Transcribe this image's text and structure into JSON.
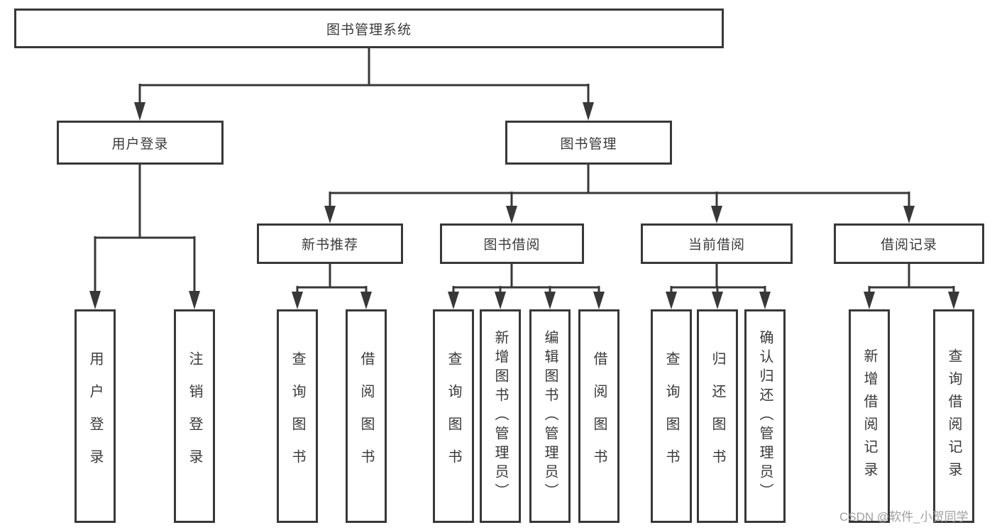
{
  "diagram": {
    "root": {
      "label": "图书管理系统"
    },
    "level2": [
      {
        "id": "user-login",
        "label": "用户登录"
      },
      {
        "id": "book-management",
        "label": "图书管理"
      }
    ],
    "level3": [
      {
        "id": "new-book-recommend",
        "label": "新书推荐",
        "parent": "book-management"
      },
      {
        "id": "book-borrow",
        "label": "图书借阅",
        "parent": "book-management"
      },
      {
        "id": "current-borrow",
        "label": "当前借阅",
        "parent": "book-management"
      },
      {
        "id": "borrow-record",
        "label": "借阅记录",
        "parent": "book-management"
      }
    ],
    "leaves": [
      {
        "group": "user-login",
        "label": "用户登录"
      },
      {
        "group": "user-login",
        "label": "注销登录"
      },
      {
        "group": "new-book-recommend",
        "label": "查询图书"
      },
      {
        "group": "new-book-recommend",
        "label": "借阅图书"
      },
      {
        "group": "book-borrow",
        "label": "查询图书"
      },
      {
        "group": "book-borrow",
        "label": "新增图书（管理员）"
      },
      {
        "group": "book-borrow",
        "label": "编辑图书（管理员）"
      },
      {
        "group": "book-borrow",
        "label": "借阅图书"
      },
      {
        "group": "current-borrow",
        "label": "查询图书"
      },
      {
        "group": "current-borrow",
        "label": "归还图书"
      },
      {
        "group": "current-borrow",
        "label": "确认归还（管理员）"
      },
      {
        "group": "borrow-record",
        "label": "新增借阅记录"
      },
      {
        "group": "borrow-record",
        "label": "查询借阅记录"
      }
    ]
  },
  "watermark": {
    "text": "CSDN @软件_小贺同学"
  },
  "colors": {
    "line": "#383838",
    "box_border": "#383838",
    "box_fill": "#ffffff",
    "text": "#3a3a3a",
    "watermark": "#a0a0a0",
    "background": "#ffffff"
  }
}
